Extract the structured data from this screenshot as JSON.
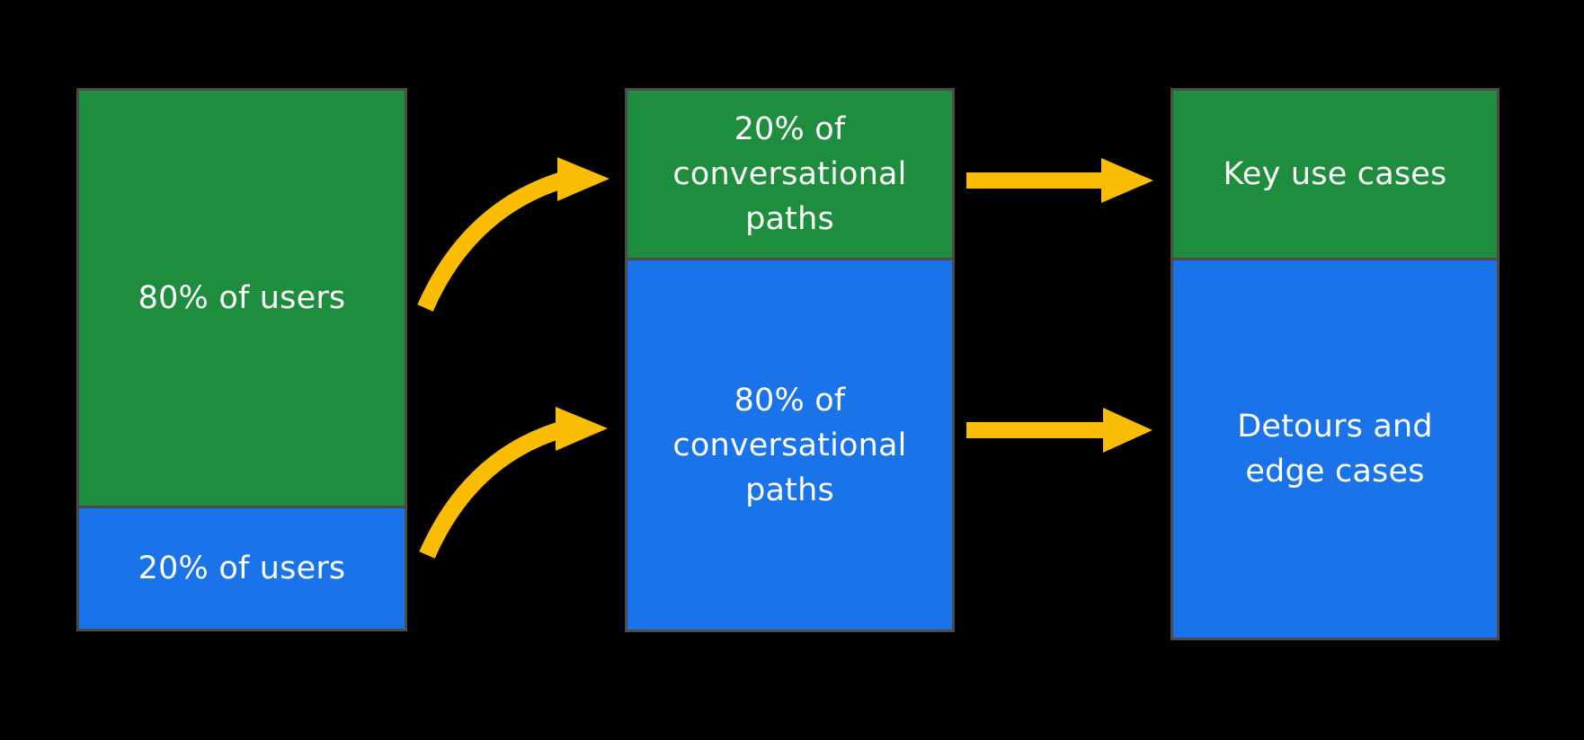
{
  "canvas": {
    "background": "#000000"
  },
  "colors": {
    "green": "#1e8e3e",
    "blue": "#1a73e8",
    "arrow_yellow": "#fbbc04",
    "label_text": "#ffffff",
    "bar_border": "#4e4a45"
  },
  "bars": {
    "users": {
      "green_label": "80% of users",
      "blue_label": "20% of users"
    },
    "conversational_paths": {
      "green_lines": [
        "20% of",
        "conversational",
        "paths"
      ],
      "blue_lines": [
        "80% of",
        "conversational",
        "paths"
      ]
    },
    "use_cases": {
      "green_label": "Key use cases",
      "blue_lines": [
        "Detours and",
        "edge cases"
      ]
    }
  },
  "arrows": {
    "users_green_to_paths_green": "curved right arrow",
    "users_blue_to_paths_blue": "curved right arrow",
    "paths_green_to_key_use_cases": "straight right arrow",
    "paths_blue_to_detours": "straight right arrow"
  }
}
